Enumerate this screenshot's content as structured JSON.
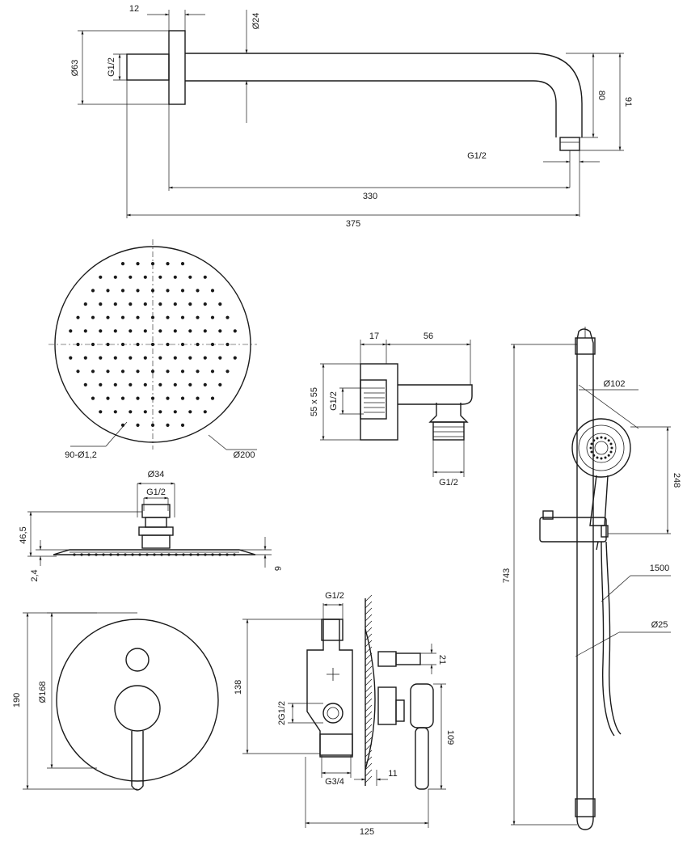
{
  "arm": {
    "d63": "Ø63",
    "g12": "G1/2",
    "d12": "12",
    "d24": "Ø24",
    "d80": "80",
    "d91": "91",
    "gout": "G1/2",
    "d330": "330",
    "d375": "375"
  },
  "head": {
    "holes": "90-Ø1,2",
    "d200": "Ø200",
    "d34": "Ø34",
    "g12": "G1/2",
    "d465": "46,5",
    "d24": "2,4",
    "d6": "6"
  },
  "elbow": {
    "d17": "17",
    "d56": "56",
    "d55": "55 x 55",
    "g12": "G1/2",
    "gout": "G1/2"
  },
  "rail": {
    "d102": "Ø102",
    "d248": "248",
    "d743": "743",
    "d1500": "1500",
    "d25": "Ø25"
  },
  "plate": {
    "d190": "190",
    "d168": "Ø168"
  },
  "valve": {
    "g12": "G1/2",
    "d138": "138",
    "d2g": "2G1/2",
    "d21": "21",
    "d109": "109",
    "g34": "G3/4",
    "d11": "11",
    "d125": "125"
  }
}
